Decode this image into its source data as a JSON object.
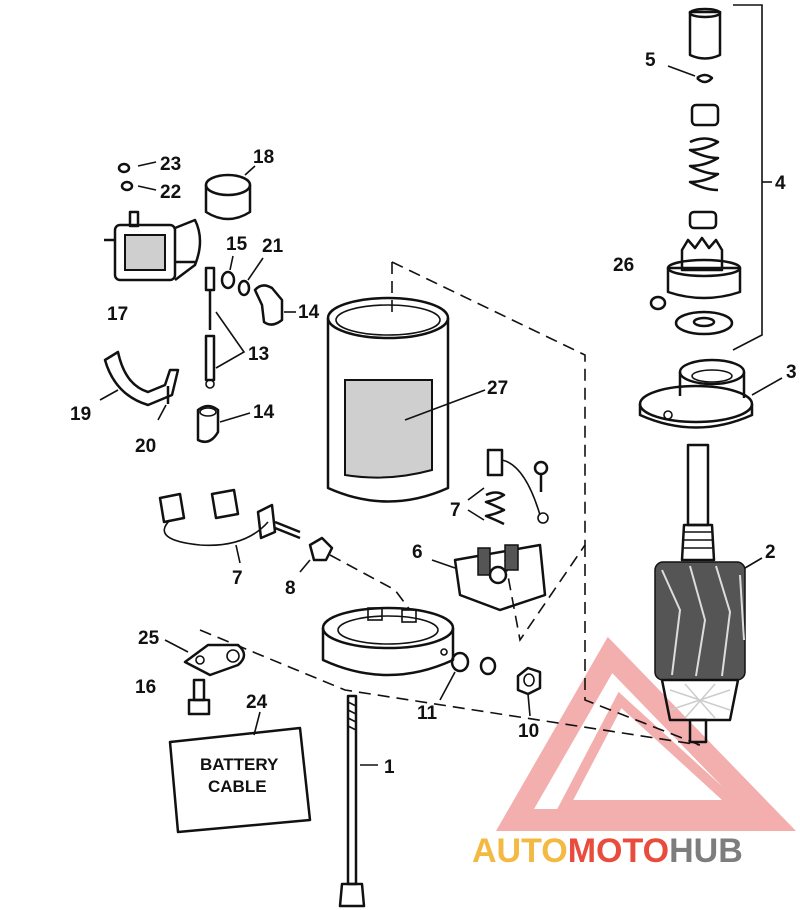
{
  "diagram": {
    "callouts": [
      "1",
      "2",
      "3",
      "4",
      "5",
      "6",
      "7",
      "7",
      "8",
      "10",
      "11",
      "13",
      "14",
      "14",
      "15",
      "16",
      "17",
      "18",
      "19",
      "20",
      "21",
      "22",
      "23",
      "24",
      "25",
      "26",
      "27"
    ],
    "box_label": [
      "BATTERY",
      "CABLE"
    ]
  },
  "watermark": {
    "parts": [
      "AUTO",
      "MOTO",
      "HUB"
    ],
    "colors": {
      "auto": "#f4b942",
      "moto": "#e94b3c",
      "hub": "#7d7d7d",
      "logo": "#f2a0a0"
    }
  }
}
